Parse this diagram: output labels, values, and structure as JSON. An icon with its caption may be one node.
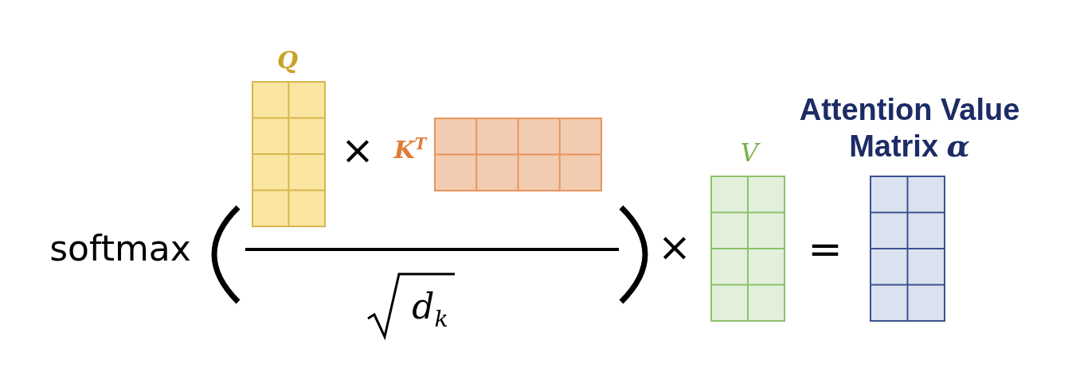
{
  "diagram": {
    "nodes": [
      {
        "text": [
          "Q"
        ]
      },
      {
        "text": [
          "K$^{T}$"
        ]
      },
      {
        "text": [
          "V"
        ]
      },
      {
        "text": [
          "Attention Value Matrix *α*"
        ]
      }
    ],
    "labels": [
      "softmax",
      "×",
      "d$_{k}$",
      "×",
      "="
    ]
  }
}
